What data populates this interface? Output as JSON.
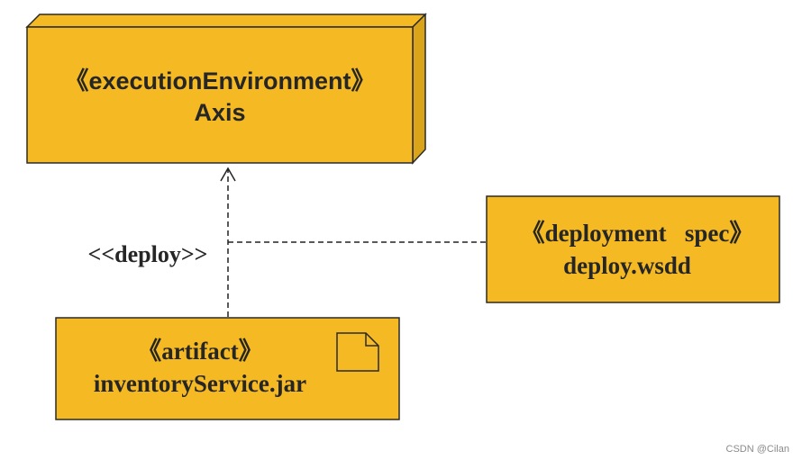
{
  "colors": {
    "fill": "#F4B923",
    "side": "#D9A41A",
    "stroke": "#2a2a2a",
    "text": "#262626",
    "line": "#222222",
    "watermark": "#8a8a8a"
  },
  "execution_environment": {
    "stereotype": "《executionEnvironment》",
    "name": "Axis"
  },
  "deployment_spec": {
    "stereotype": "《deployment   spec》",
    "name": "deploy.wsdd"
  },
  "artifact": {
    "stereotype": "《artifact》",
    "name": "inventoryService.jar",
    "icon": "document-icon"
  },
  "dependency": {
    "label": "<<deploy>>"
  },
  "watermark": "CSDN @Cilan"
}
